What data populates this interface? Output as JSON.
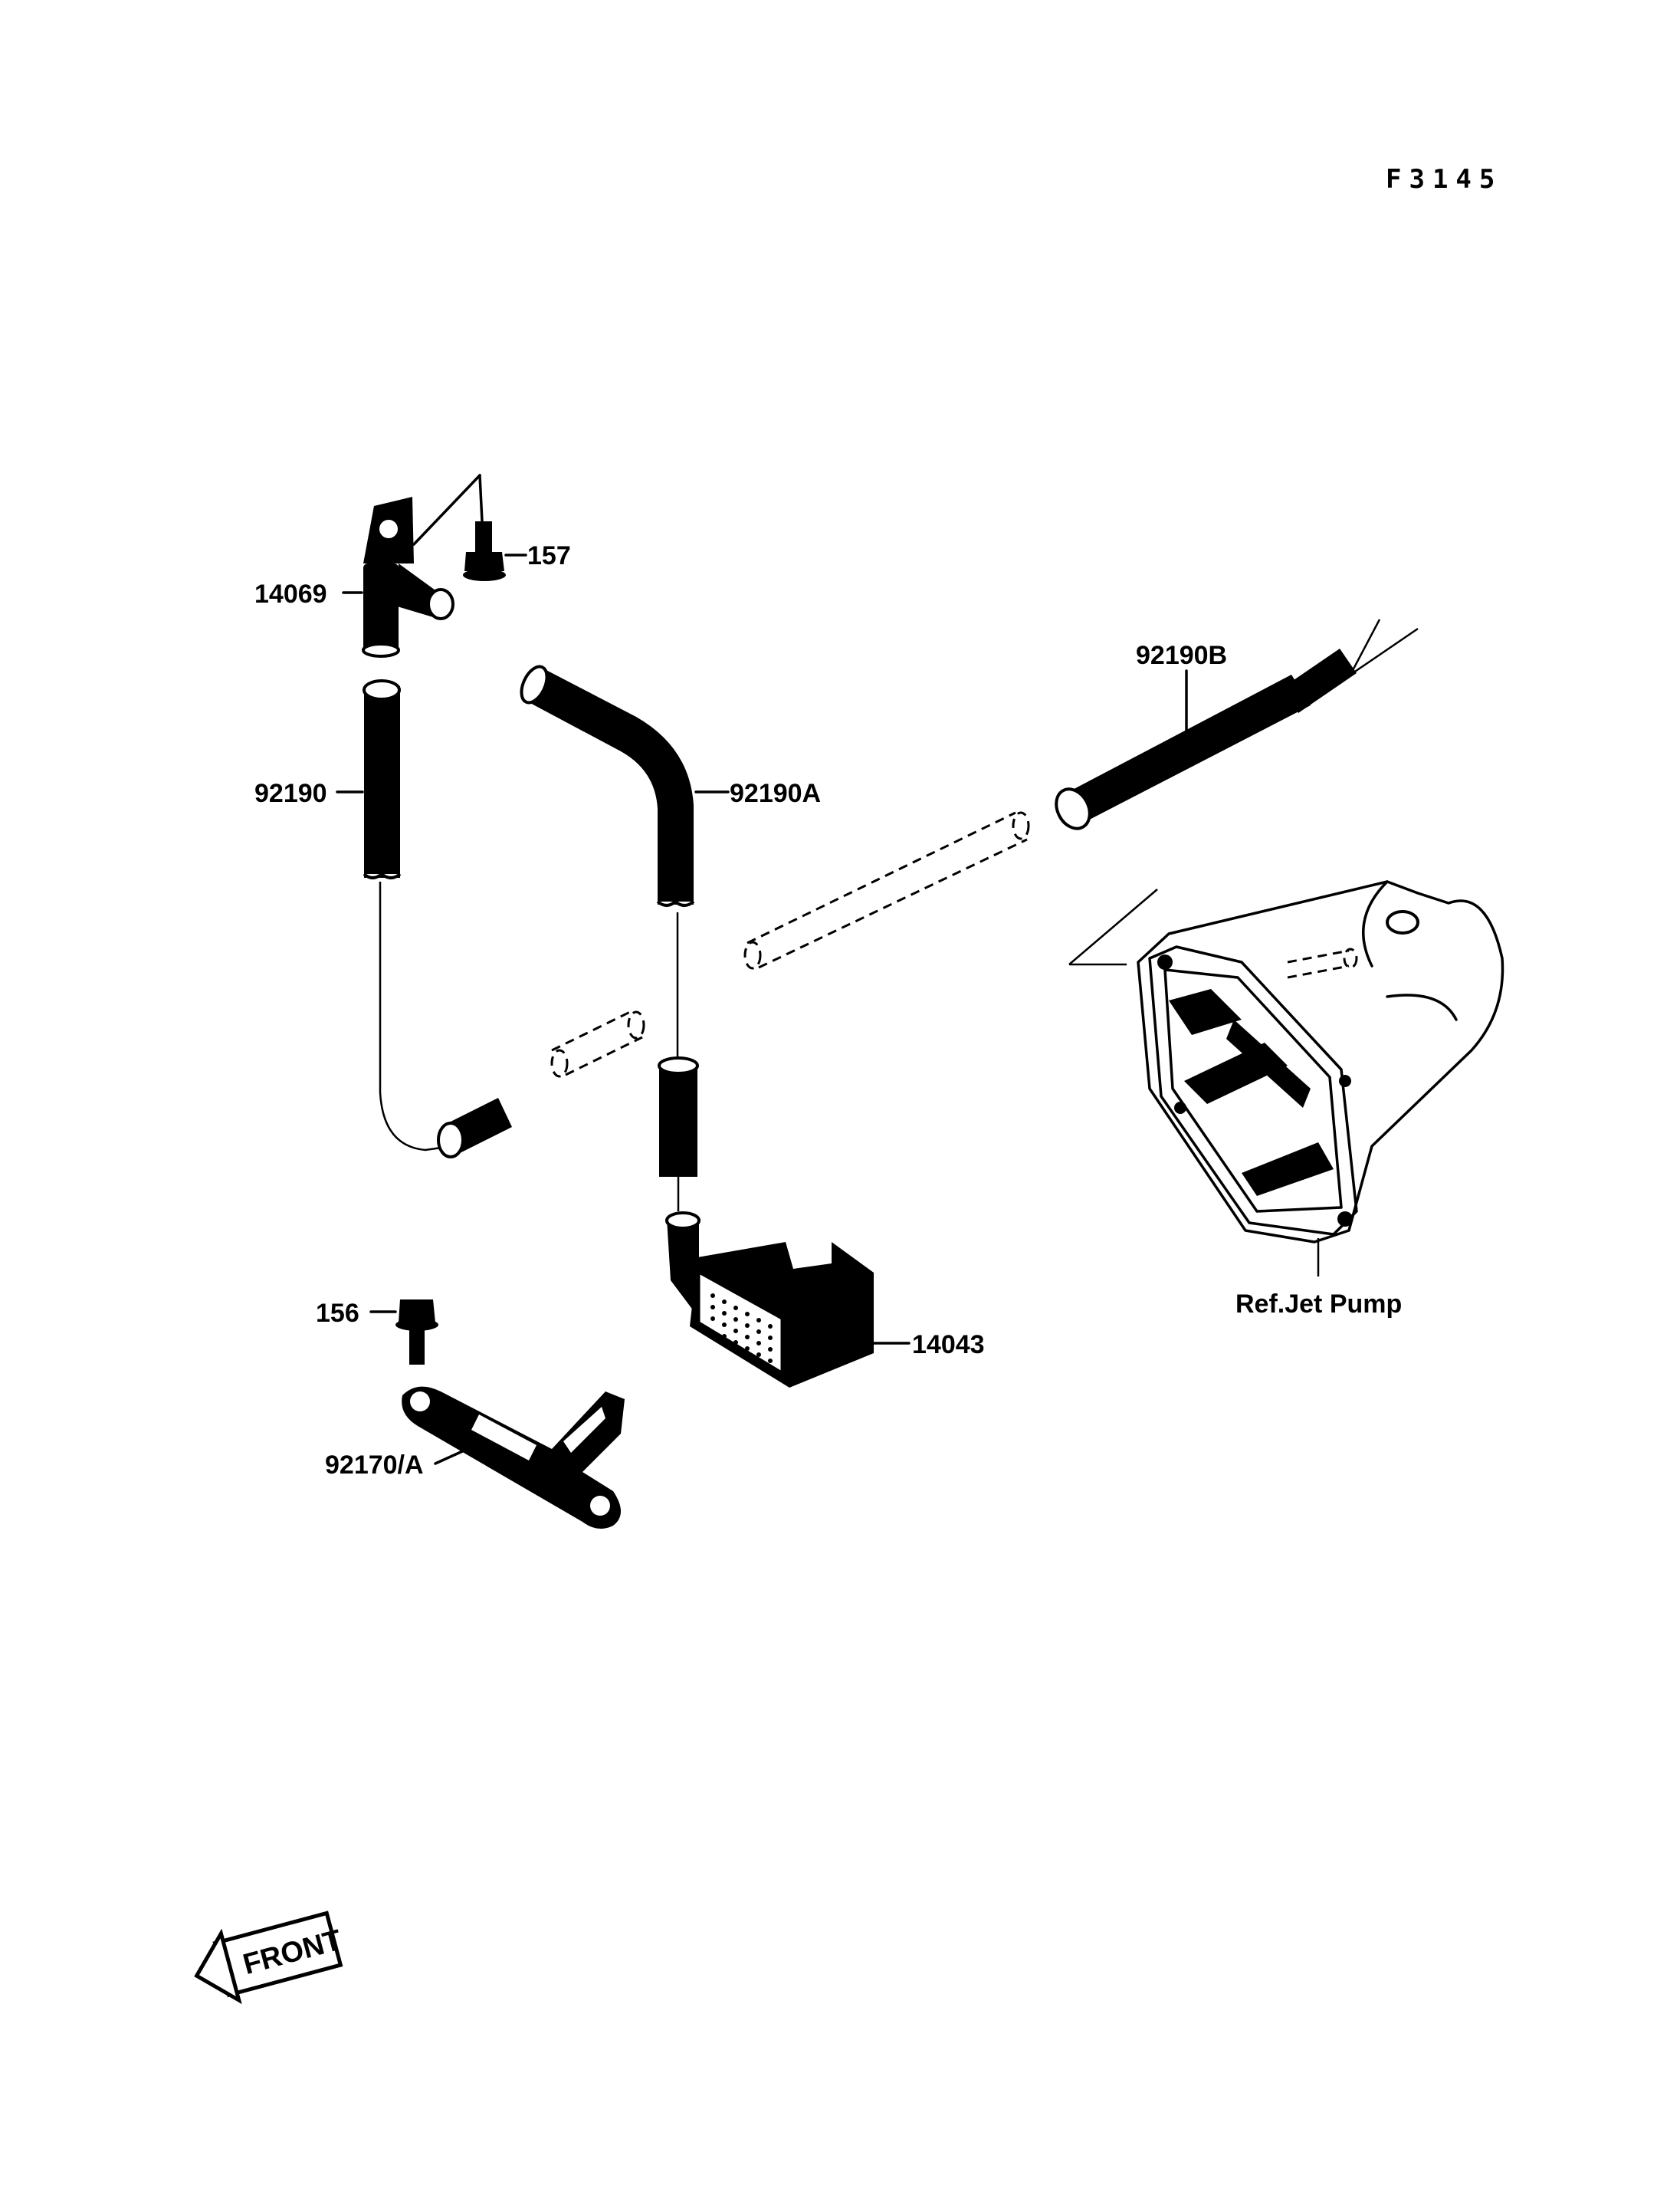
{
  "figure_code": "F3145",
  "parts": {
    "p14069": "14069",
    "p157": "157",
    "p92190": "92190",
    "p92190A": "92190A",
    "p92190B": "92190B",
    "p14043": "14043",
    "p156": "156",
    "p92170A": "92170/A",
    "ref_jet_pump": "Ref.Jet Pump"
  },
  "front_label": "FRONT"
}
